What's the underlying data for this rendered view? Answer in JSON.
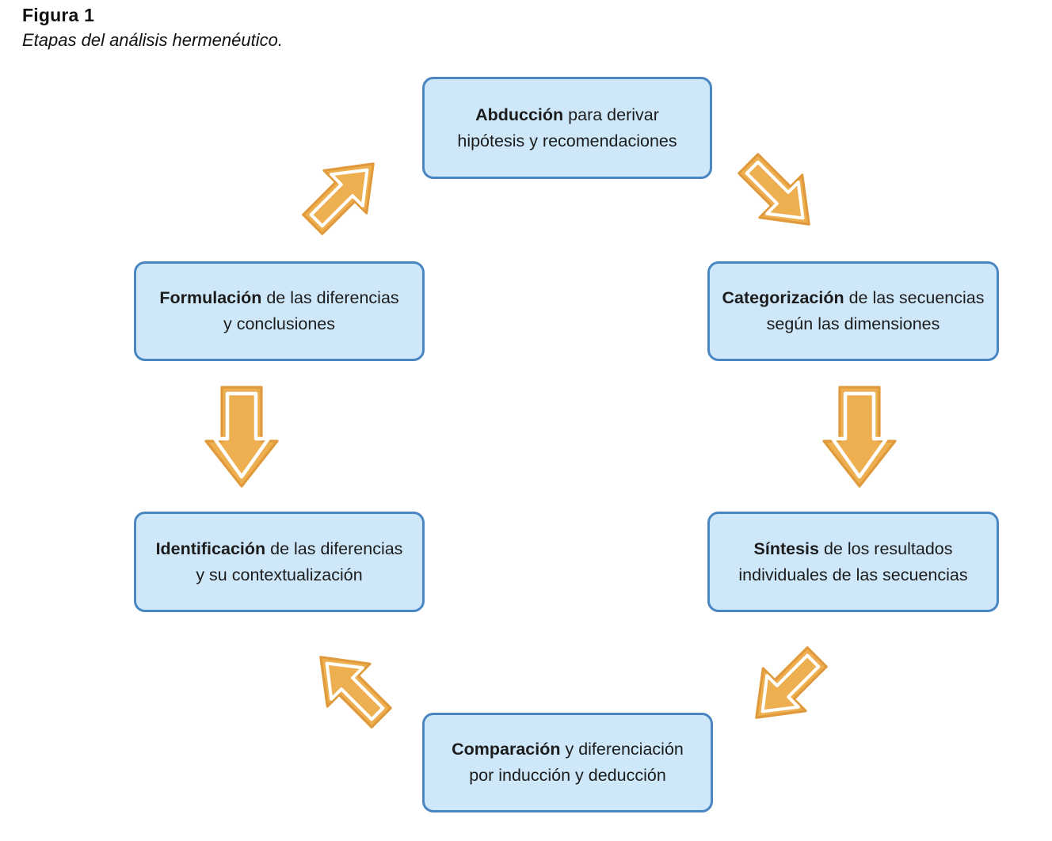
{
  "caption": {
    "label": "Figura 1",
    "title": "Etapas del análisis hermenéutico."
  },
  "colors": {
    "node_fill": "#cee8fa",
    "node_border": "#4a86c2",
    "arrow_fill": "#eeaf50",
    "arrow_outline": "#e09a3c",
    "arrow_inner_highlight": "#ffffff",
    "text": "#1c1c1c",
    "background": "#ffffff"
  },
  "diagram": {
    "type": "cycle",
    "direction": "clockwise",
    "nodes": [
      {
        "id": "abduccion",
        "position": "top",
        "lead": "Abducción",
        "rest": " para derivar",
        "line2": "hipótesis y recomendaciones"
      },
      {
        "id": "categorizacion",
        "position": "right-upper",
        "lead": "Categorización",
        "rest": " de las secuencias",
        "line2": "según las dimensiones"
      },
      {
        "id": "sintesis",
        "position": "right-lower",
        "lead": "Síntesis",
        "rest": " de los resultados",
        "line2": "individuales de las secuencias"
      },
      {
        "id": "comparacion",
        "position": "bottom",
        "lead": "Comparación",
        "rest": " y diferenciación",
        "line2": "por inducción y deducción"
      },
      {
        "id": "identificacion",
        "position": "left-lower",
        "lead": "Identificación",
        "rest": " de las diferencias",
        "line2": "y su contextualización"
      },
      {
        "id": "formulacion",
        "position": "left-upper",
        "lead": "Formulación",
        "rest": " de las diferencias",
        "line2": "y  conclusiones"
      }
    ],
    "arrows": [
      {
        "id": "abduccion-categorizacion",
        "from": "abduccion",
        "to": "categorizacion",
        "direction": "down-right"
      },
      {
        "id": "categorizacion-sintesis",
        "from": "categorizacion",
        "to": "sintesis",
        "direction": "down"
      },
      {
        "id": "sintesis-comparacion",
        "from": "sintesis",
        "to": "comparacion",
        "direction": "down-left"
      },
      {
        "id": "comparacion-identificacion",
        "from": "comparacion",
        "to": "identificacion",
        "direction": "up-left"
      },
      {
        "id": "identificacion-formulacion",
        "from": "identificacion",
        "to": "formulacion",
        "direction": "up"
      },
      {
        "id": "formulacion-abduccion",
        "from": "formulacion",
        "to": "abduccion",
        "direction": "up-right"
      }
    ]
  }
}
